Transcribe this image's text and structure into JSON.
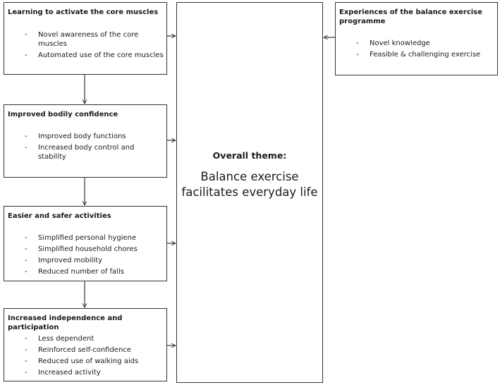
{
  "boxes": {
    "core": {
      "title": "Learning to activate the core muscles",
      "items": [
        "Novel awareness of the core muscles",
        "Automated use of the core muscles"
      ]
    },
    "confidence": {
      "title": "Improved bodily confidence",
      "items": [
        "Improved body functions",
        "Increased body control and stability"
      ]
    },
    "activities": {
      "title": "Easier and safer activities",
      "items": [
        "Simplified personal hygiene",
        "Simplified household chores",
        "Improved mobility",
        "Reduced number of falls"
      ]
    },
    "independence": {
      "title": "Increased independence and participation",
      "items": [
        "Less dependent",
        "Reinforced self-confidence",
        "Reduced use of walking aids",
        "Increased activity"
      ]
    },
    "experiences": {
      "title": "Experiences of the balance exercise programme",
      "items": [
        "Novel knowledge",
        "Feasible & challenging exercise"
      ]
    }
  },
  "theme": {
    "label": "Overall theme:",
    "statement": "Balance exercise facilitates everyday life"
  },
  "bullet": "-",
  "colors": {
    "border": "#333333",
    "text": "#1a1a1a",
    "background": "#ffffff"
  }
}
